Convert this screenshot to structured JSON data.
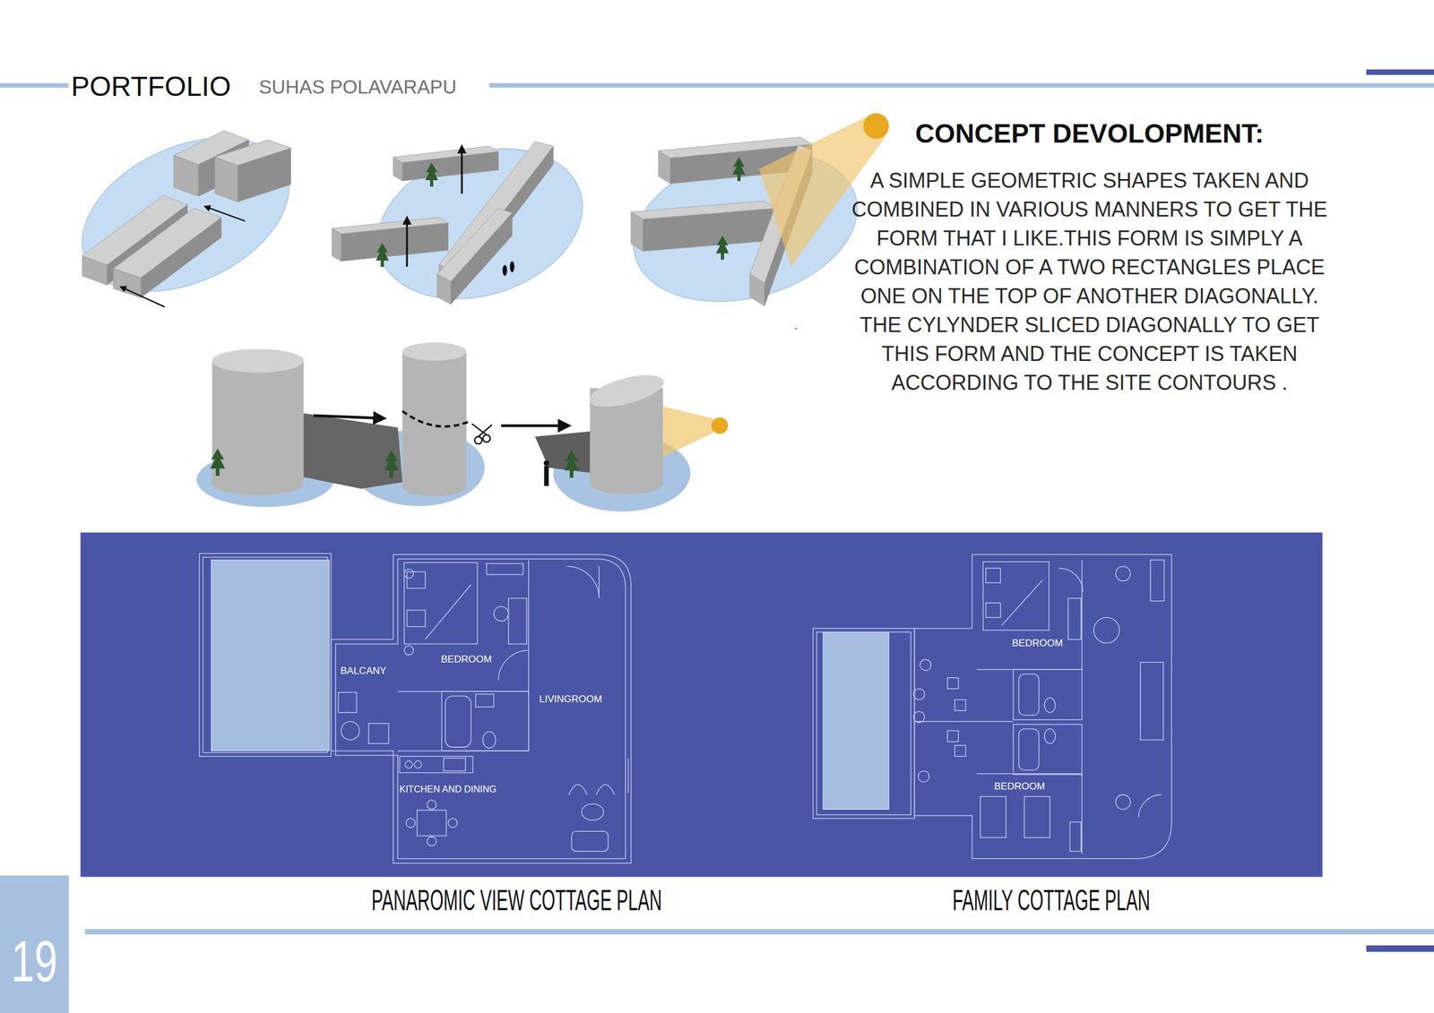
{
  "diagram": {
    "title": "PORTFOLIO",
    "nodes": [
      {
        "text": [
          "19"
        ]
      }
    ],
    "labels": [
      "SUHAS POLAVARAPU",
      "CONCEPT DEVOLOPMENT:",
      "A SIMPLE GEOMETRIC SHAPES TAKEN AND COMBINED IN VARIOUS MANNERS TO GET THE FORM THAT I LIKE.THIS FORM IS SIMPLY A COMBINATION OF A TWO RECTANGLES PLACE ONE ON THE TOP OF ANOTHER DIAGONALLY.",
      "THE CYLYNDER SLICED DIAGONALLY TO GET THIS FORM AND THE CONCEPT IS TAKEN ACCORDING TO THE SITE CONTOURS .",
      ".",
      "BEDROOM",
      "BALCANY",
      "LIVINGROOM",
      "KITCHEN AND DINING",
      "BEDROOM",
      "BEDROOM",
      "PANAROMIC VIEW COTTAGE PLAN",
      "FAMILY COTTAGE PLAN"
    ]
  }
}
